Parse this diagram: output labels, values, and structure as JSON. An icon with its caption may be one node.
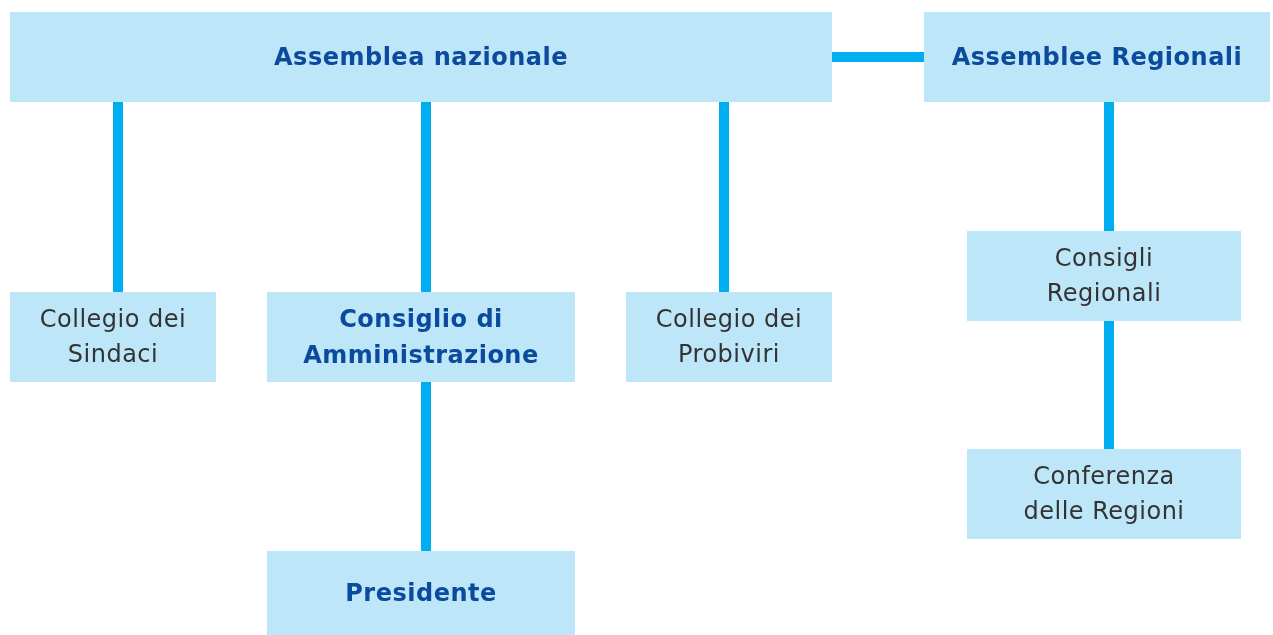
{
  "diagram": {
    "nodes": [
      {
        "text": [
          "Assemblea nazionale"
        ]
      },
      {
        "text": [
          "Assemblee Regionali"
        ]
      },
      {
        "text": [
          "Collegio dei Sindaci"
        ]
      },
      {
        "text": [
          "Consiglio di Amministrazione"
        ]
      },
      {
        "text": [
          "Collegio dei Probiviri"
        ]
      },
      {
        "text": [
          "Presidente"
        ]
      },
      {
        "text": [
          "Consigli Regionali"
        ]
      },
      {
        "text": [
          "Conferenza delle Regioni"
        ]
      }
    ],
    "edges": [
      {
        "from": 0,
        "to": 1,
        "arrow": "none"
      },
      {
        "from": 0,
        "to": 2,
        "arrow": "none"
      },
      {
        "from": 0,
        "to": 3,
        "arrow": "none"
      },
      {
        "from": 0,
        "to": 4,
        "arrow": "none"
      },
      {
        "from": 3,
        "to": 5,
        "arrow": "none"
      },
      {
        "from": 1,
        "to": 6,
        "arrow": "none"
      },
      {
        "from": 6,
        "to": 7,
        "arrow": "none"
      }
    ]
  }
}
